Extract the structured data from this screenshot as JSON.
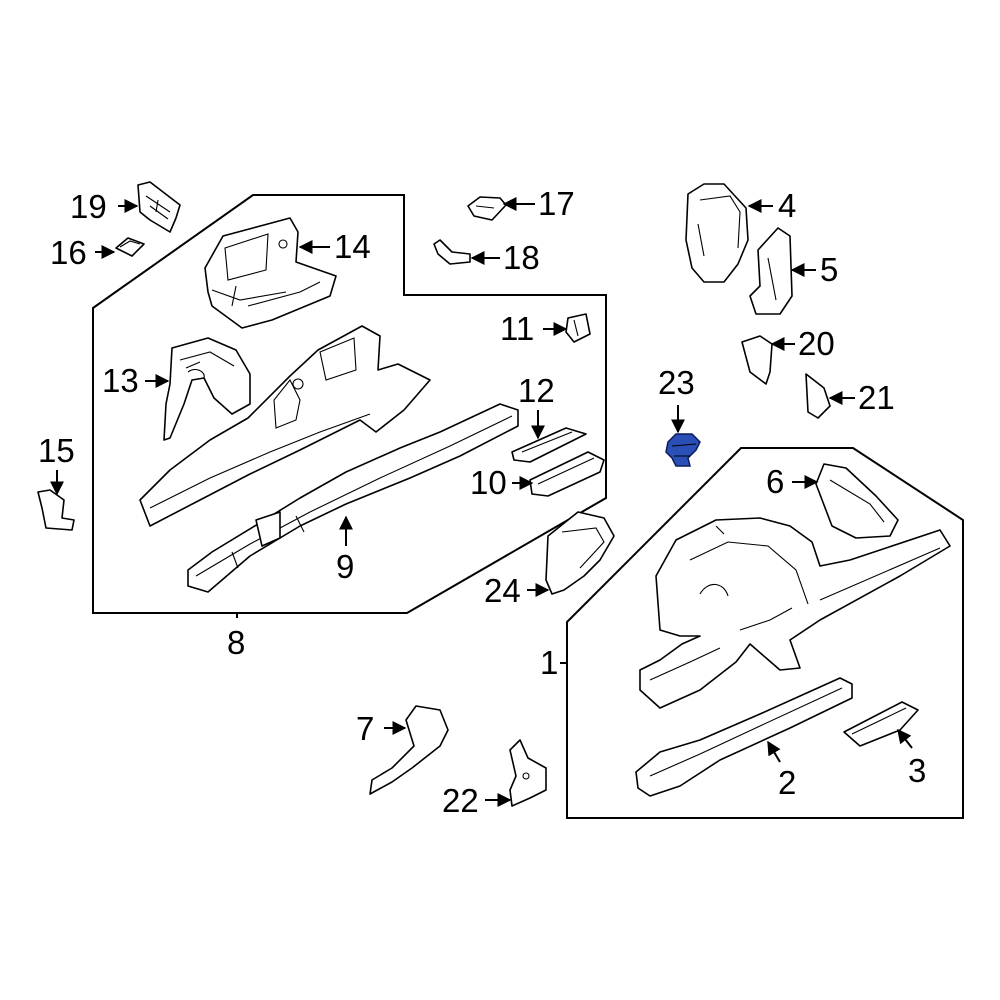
{
  "diagram": {
    "highlight_color": "#2a4fb7",
    "line_color": "#000000",
    "background": "#ffffff",
    "callouts": {
      "c1": "1",
      "c2": "2",
      "c3": "3",
      "c4": "4",
      "c5": "5",
      "c6": "6",
      "c7": "7",
      "c8": "8",
      "c9": "9",
      "c10": "10",
      "c11": "11",
      "c12": "12",
      "c13": "13",
      "c14": "14",
      "c15": "15",
      "c16": "16",
      "c17": "17",
      "c18": "18",
      "c19": "19",
      "c20": "20",
      "c21": "21",
      "c22": "22",
      "c23": "23",
      "c24": "24"
    },
    "highlighted_part": "23"
  }
}
